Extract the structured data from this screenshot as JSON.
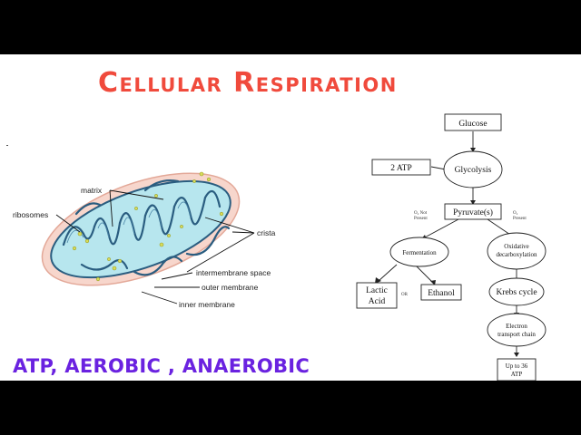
{
  "title": "Cellular Respiration",
  "subtitle": "ATP, AEROBIC , ANAEROBIC",
  "mitochondrion": {
    "labels": {
      "matrix": "matrix",
      "ribosomes": "ribosomes",
      "crista": "crista",
      "intermembrane": "intermembrane space",
      "outer": "outer membrane",
      "inner": "inner membrane"
    }
  },
  "flowchart": {
    "glucose": "Glucose",
    "atp": "2 ATP",
    "glycolysis": "Glycolysis",
    "pyruvate": "Pyruvate(s)",
    "o2_not_present": [
      "O₂ Not",
      "Present"
    ],
    "o2_present": [
      "O₂",
      "Present"
    ],
    "fermentation": "Fermentation",
    "oxidative": [
      "Oxidative",
      "decarboxylation"
    ],
    "lactic": [
      "Lactic",
      "Acid"
    ],
    "or": "OR",
    "ethanol": "Ethanol",
    "krebs": "Krebs cycle",
    "etc": [
      "Electron",
      "transport chain"
    ],
    "upto": [
      "Up to 36",
      "ATP"
    ]
  },
  "colors": {
    "title": "#f04a3c",
    "subtitle": "#6a22e0",
    "outer_membrane": "#f7d6cc",
    "inner_fill": "#b7e6ee",
    "granule": "#d8dc5a"
  }
}
